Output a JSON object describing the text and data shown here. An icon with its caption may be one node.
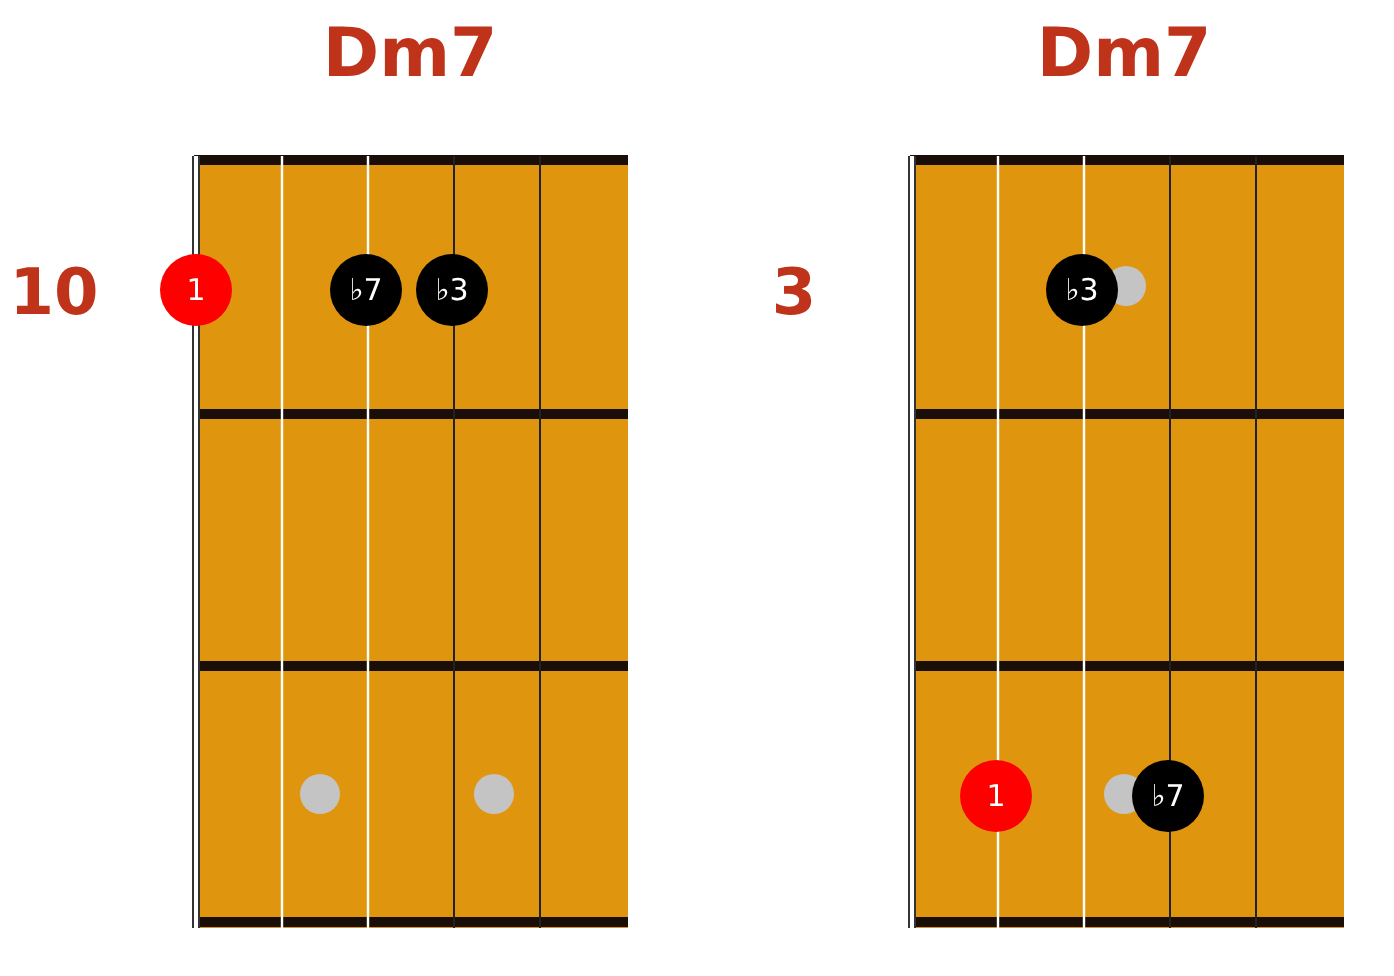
{
  "diagram": {
    "nodes": [
      {
        "text": [
          "1"
        ]
      },
      {
        "text": [
          "♭7"
        ]
      },
      {
        "text": [
          "♭3"
        ]
      },
      {
        "text": [],
        "shape": "circle"
      },
      {
        "text": [],
        "shape": "circle"
      },
      {
        "text": [
          "♭3"
        ]
      },
      {
        "text": [],
        "shape": "circle"
      },
      {
        "text": [
          "1"
        ]
      },
      {
        "text": [],
        "shape": "circle"
      },
      {
        "text": [
          "♭7"
        ]
      }
    ],
    "edges": [],
    "labels": [
      "Dm7",
      "Dm7",
      "10",
      "3"
    ]
  }
}
